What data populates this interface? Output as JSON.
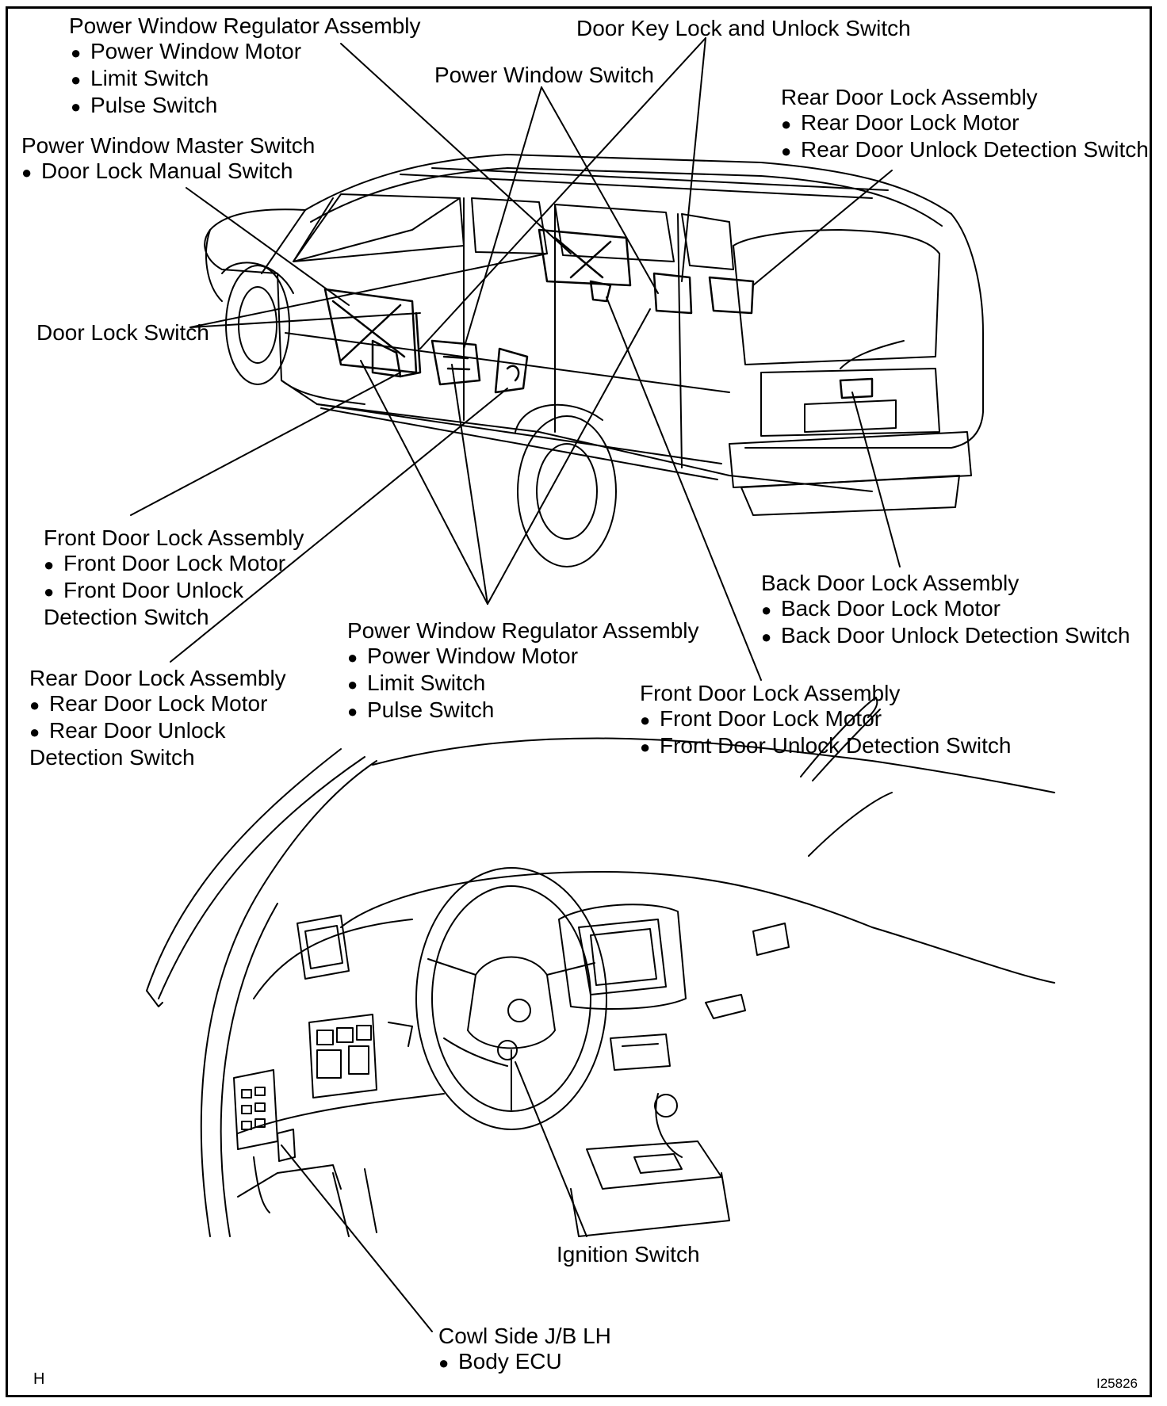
{
  "labels": {
    "pwr_reg_top": {
      "title": "Power Window Regulator Assembly",
      "items": [
        "Power Window Motor",
        "Limit Switch",
        "Pulse Switch"
      ]
    },
    "door_key_switch": {
      "title": "Door Key Lock and Unlock Switch"
    },
    "pw_switch": {
      "title": "Power Window Switch"
    },
    "rear_lock_right": {
      "title": "Rear Door Lock Assembly",
      "items": [
        "Rear Door Lock Motor",
        "Rear Door Unlock Detection Switch"
      ]
    },
    "pw_master": {
      "title": "Power Window Master Switch",
      "items": [
        "Door Lock Manual Switch"
      ]
    },
    "door_lock_switch": {
      "title": "Door Lock Switch"
    },
    "front_lock_left": {
      "title": "Front Door Lock Assembly",
      "items": [
        "Front Door Lock Motor",
        "Front Door Unlock"
      ],
      "cont": "Detection Switch"
    },
    "rear_lock_left": {
      "title": "Rear Door Lock Assembly",
      "items": [
        "Rear Door Lock Motor",
        "Rear Door Unlock"
      ],
      "cont": "Detection Switch"
    },
    "pwr_reg_mid": {
      "title": "Power Window Regulator Assembly",
      "items": [
        "Power Window Motor",
        "Limit Switch",
        "Pulse Switch"
      ]
    },
    "back_lock": {
      "title": "Back Door Lock Assembly",
      "items": [
        "Back Door Lock Motor",
        "Back Door Unlock Detection Switch"
      ]
    },
    "front_lock_right": {
      "title": "Front Door Lock Assembly",
      "items": [
        "Front Door Lock Motor",
        "Front Door Unlock Detection Switch"
      ]
    },
    "ignition": {
      "title": "Ignition Switch"
    },
    "cowl_jb": {
      "title": "Cowl Side J/B LH",
      "items": [
        "Body ECU"
      ]
    }
  },
  "corner": {
    "left": "H",
    "right": "I25826"
  },
  "colors": {
    "ink": "#000000",
    "background": "#ffffff"
  }
}
